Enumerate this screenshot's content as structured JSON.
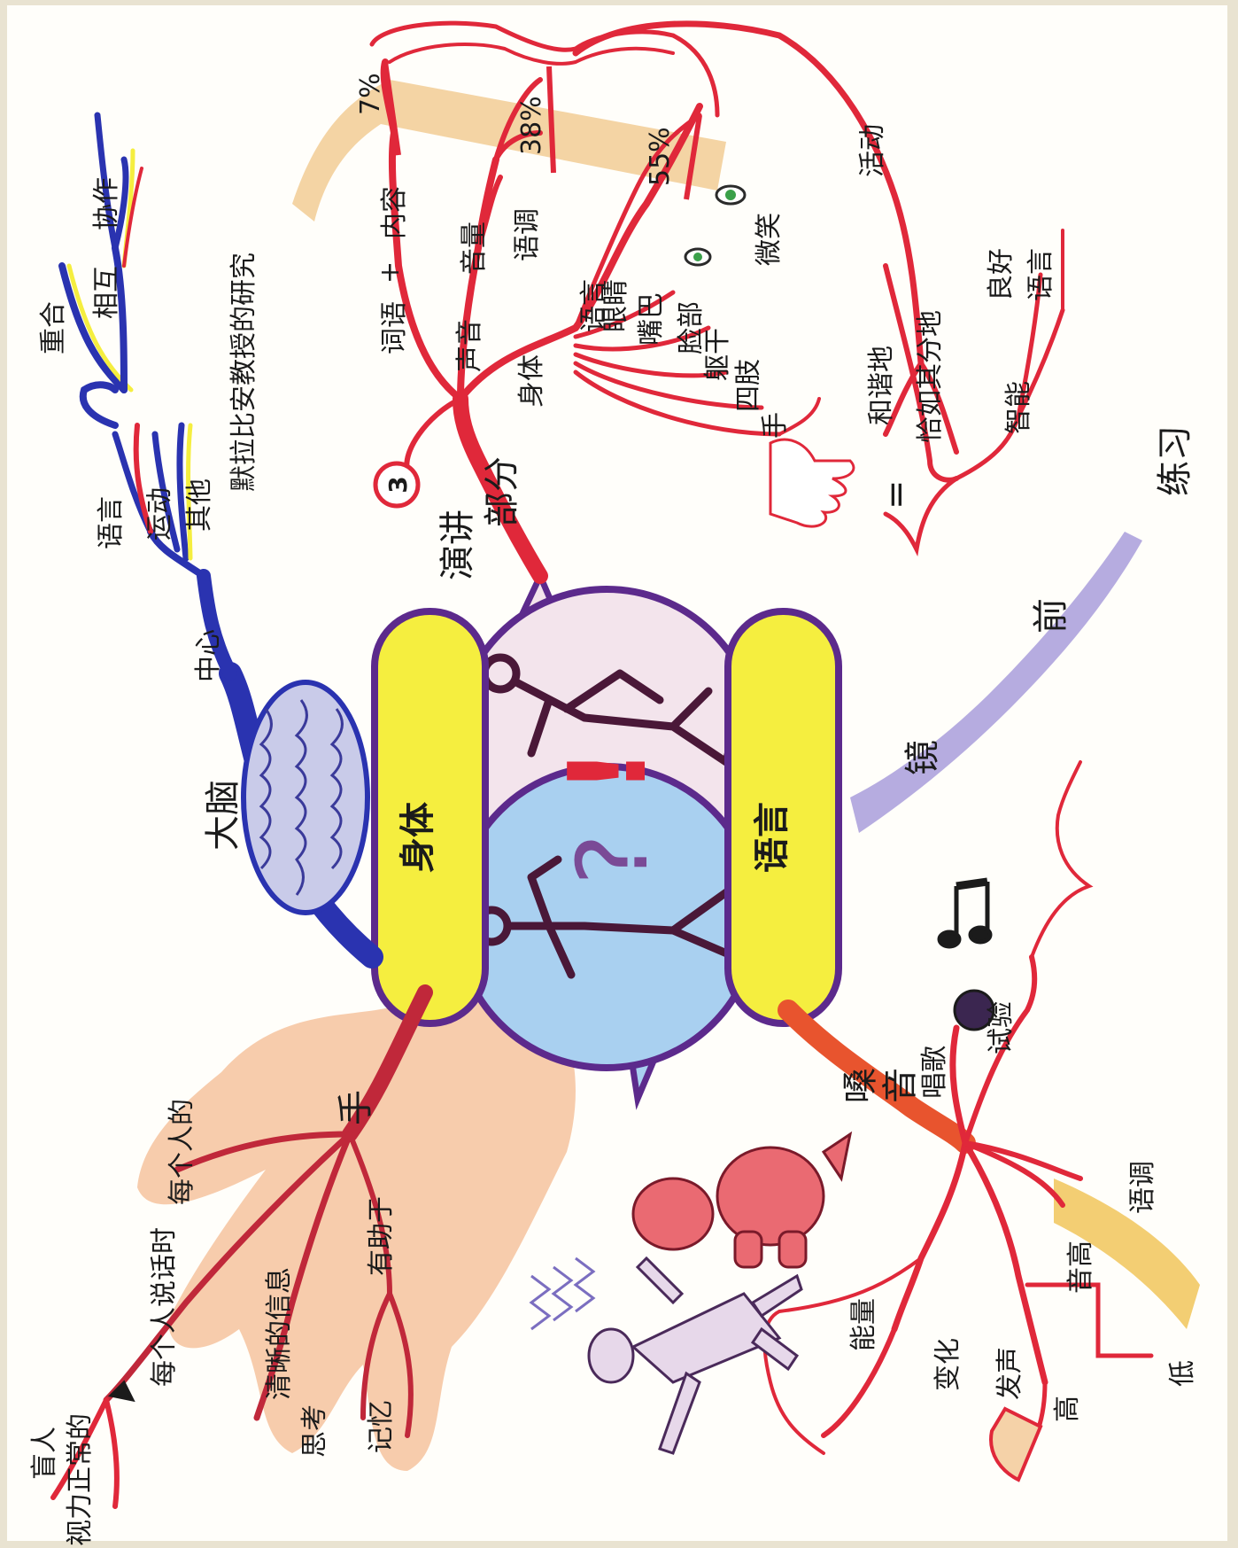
{
  "center": {
    "left_label": "身体",
    "right_label": "语言",
    "figure_marks": {
      "exclaim": "!",
      "question": "?"
    }
  },
  "study": {
    "title": "默拉比安教授的研究",
    "percent_words": "7%",
    "percent_voice": "38%",
    "percent_body": "55%",
    "number_badge": "3"
  },
  "branches": {
    "brain": {
      "label": "大脑",
      "center": "中心",
      "items": [
        "语言",
        "运动",
        "其他"
      ],
      "overlap": "重合",
      "mutual": "相互",
      "cooperate": "协作"
    },
    "speech": {
      "label_1": "讲",
      "label_2": "演",
      "label_3": "部",
      "label_4": "分",
      "words": "词语",
      "plus": "+",
      "content": "内容",
      "voice": "声音",
      "volume": "音量",
      "tone": "语调",
      "body": "身体",
      "body_items": [
        "语言",
        "眼睛",
        "嘴巴",
        "脸部",
        "躯干",
        "四肢",
        "手"
      ],
      "smile": "微笑",
      "activity": "活动",
      "harmony_1": "和谐地",
      "harmony_2": "恰如其分地",
      "intelligent": "智能",
      "good": "良好",
      "language": "语言",
      "equals": "="
    },
    "mirror": {
      "label_1": "镜",
      "label_2": "前",
      "label_3": "练习"
    },
    "voice": {
      "label_1": "嗓",
      "label_2": "音",
      "sing": "唱歌",
      "test": "试验",
      "energy": "能量",
      "change": "变化",
      "utter": "发声",
      "pitch": "音高",
      "tone": "语调",
      "high": "高",
      "low": "低"
    },
    "hand": {
      "label": "手",
      "items": [
        "每个人的",
        "每个人说话时",
        "清晰的信息",
        "有助于",
        "思考",
        "记忆"
      ],
      "blind": "盲人",
      "sighted": "视力正常的"
    }
  },
  "colors": {
    "red": "#e0283a",
    "blue": "#2a33b0",
    "purple": "#5c2a8c",
    "yellow": "#f5ee3f",
    "peach": "#f4c39c",
    "lilac": "#b4a8e0",
    "sky": "#a9d0f0",
    "pink": "#f3e4ec"
  }
}
